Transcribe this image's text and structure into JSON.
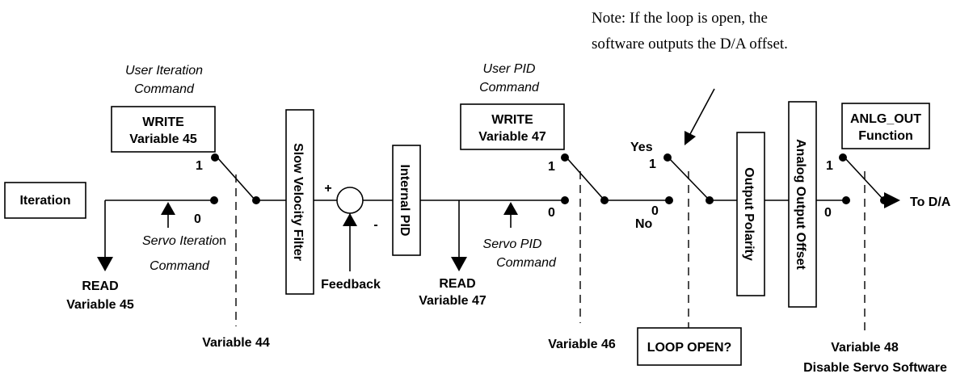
{
  "note": {
    "line1": "Note: If the loop is open, the",
    "line2": "software outputs the D/A offset."
  },
  "blocks": {
    "iteration": "Iteration",
    "write45_l1": "WRITE",
    "write45_l2": "Variable 45",
    "slow_velocity_filter": "Slow Velocity Filter",
    "internal_pid": "Internal PID",
    "write47_l1": "WRITE",
    "write47_l2": "Variable 47",
    "output_polarity": "Output Polarity",
    "analog_output_offset": "Analog Output Offset",
    "anlg_out_l1": "ANLG_OUT",
    "anlg_out_l2": "Function",
    "loop_open": "LOOP OPEN?"
  },
  "commands": {
    "user_iteration_l1": "User Iteration",
    "user_iteration_l2": "Command",
    "servo_iteration_l1a": "Servo Iteratio",
    "servo_iteration_l1b": "n",
    "servo_iteration_l2": "Command",
    "user_pid_l1": "User PID",
    "user_pid_l2": "Command",
    "servo_pid_l1": "Servo PID",
    "servo_pid_l2": "Command"
  },
  "labels": {
    "read45_l1": "READ",
    "read45_l2": "Variable 45",
    "read47_l1": "READ",
    "read47_l2": "Variable 47",
    "feedback": "Feedback",
    "plus": "+",
    "minus": "-",
    "to_da": "To D/A",
    "yes": "Yes",
    "no": "No",
    "one": "1",
    "zero": "0",
    "var44": "Variable 44",
    "var46": "Variable 46",
    "var48_l1": "Variable 48",
    "var48_l2": "Disable Servo Software"
  }
}
